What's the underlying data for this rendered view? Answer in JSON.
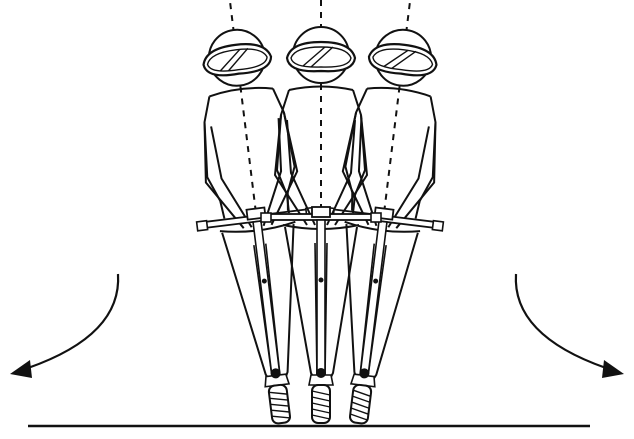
{
  "figure": {
    "ink_color": "#111111",
    "background_color": "#ffffff",
    "riders": [
      {
        "id": "left",
        "lean_deg": -7
      },
      {
        "id": "center",
        "lean_deg": 0
      },
      {
        "id": "right",
        "lean_deg": 7
      }
    ],
    "arrows": [
      {
        "id": "left",
        "icon": "curved-arrow-down-left-icon"
      },
      {
        "id": "right",
        "icon": "curved-arrow-down-right-icon"
      }
    ],
    "elements": [
      "ground-line",
      "rider-with-helmet",
      "kick-scooter",
      "lean-axis"
    ]
  }
}
